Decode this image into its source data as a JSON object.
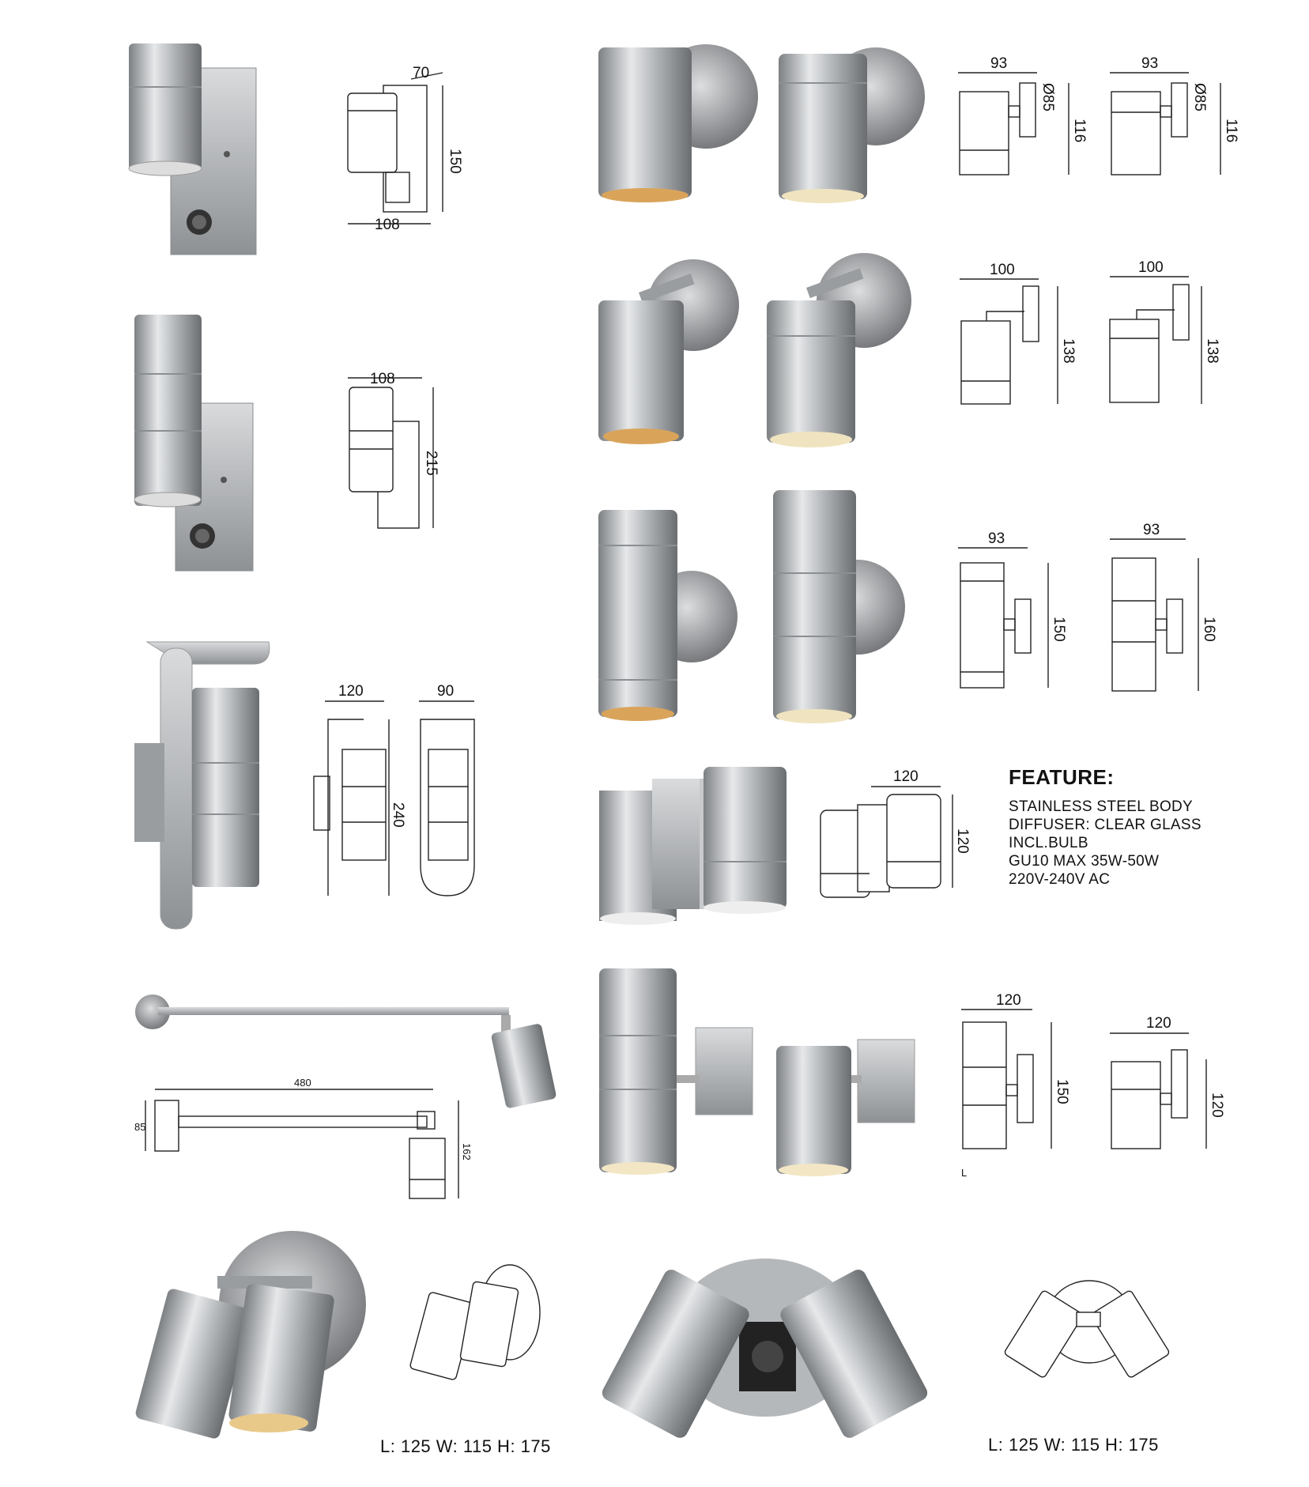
{
  "colors": {
    "steel_light": "#dfe1e3",
    "steel_mid": "#a8abae",
    "steel_dark": "#6f7275",
    "glow": "#e8c98a",
    "line": "#222222"
  },
  "feature": {
    "title": "FEATURE:",
    "lines": [
      "STAINLESS STEEL BODY",
      "DIFFUSER: CLEAR GLASS",
      "INCL.BULB",
      "GU10 MAX 35W-50W",
      "220V-240V AC"
    ]
  },
  "dims": {
    "p1": {
      "w": "70",
      "h": "150",
      "b": "108"
    },
    "p2": {
      "w": "108",
      "h": "215"
    },
    "p3": {
      "w1": "120",
      "w2": "90",
      "h": "240"
    },
    "p4": {
      "w": "480",
      "h": "85",
      "d": "162"
    },
    "r1": {
      "w1": "93",
      "d1": "Ø85",
      "h1": "116",
      "w2": "93",
      "d2": "Ø85",
      "h2": "116"
    },
    "r2": {
      "w1": "100",
      "h1": "138",
      "w2": "100",
      "h2": "138"
    },
    "r3": {
      "w1": "93",
      "h1": "150",
      "w2": "93",
      "h2": "160"
    },
    "r4": {
      "w": "120",
      "h": "120"
    },
    "r5": {
      "w1": "120",
      "h1": "150",
      "w2": "120",
      "h2": "120",
      "mark": "L"
    }
  },
  "lwh": {
    "left": "L: 125  W: 115  H: 175",
    "right": "L: 125  W: 115  H: 175"
  }
}
